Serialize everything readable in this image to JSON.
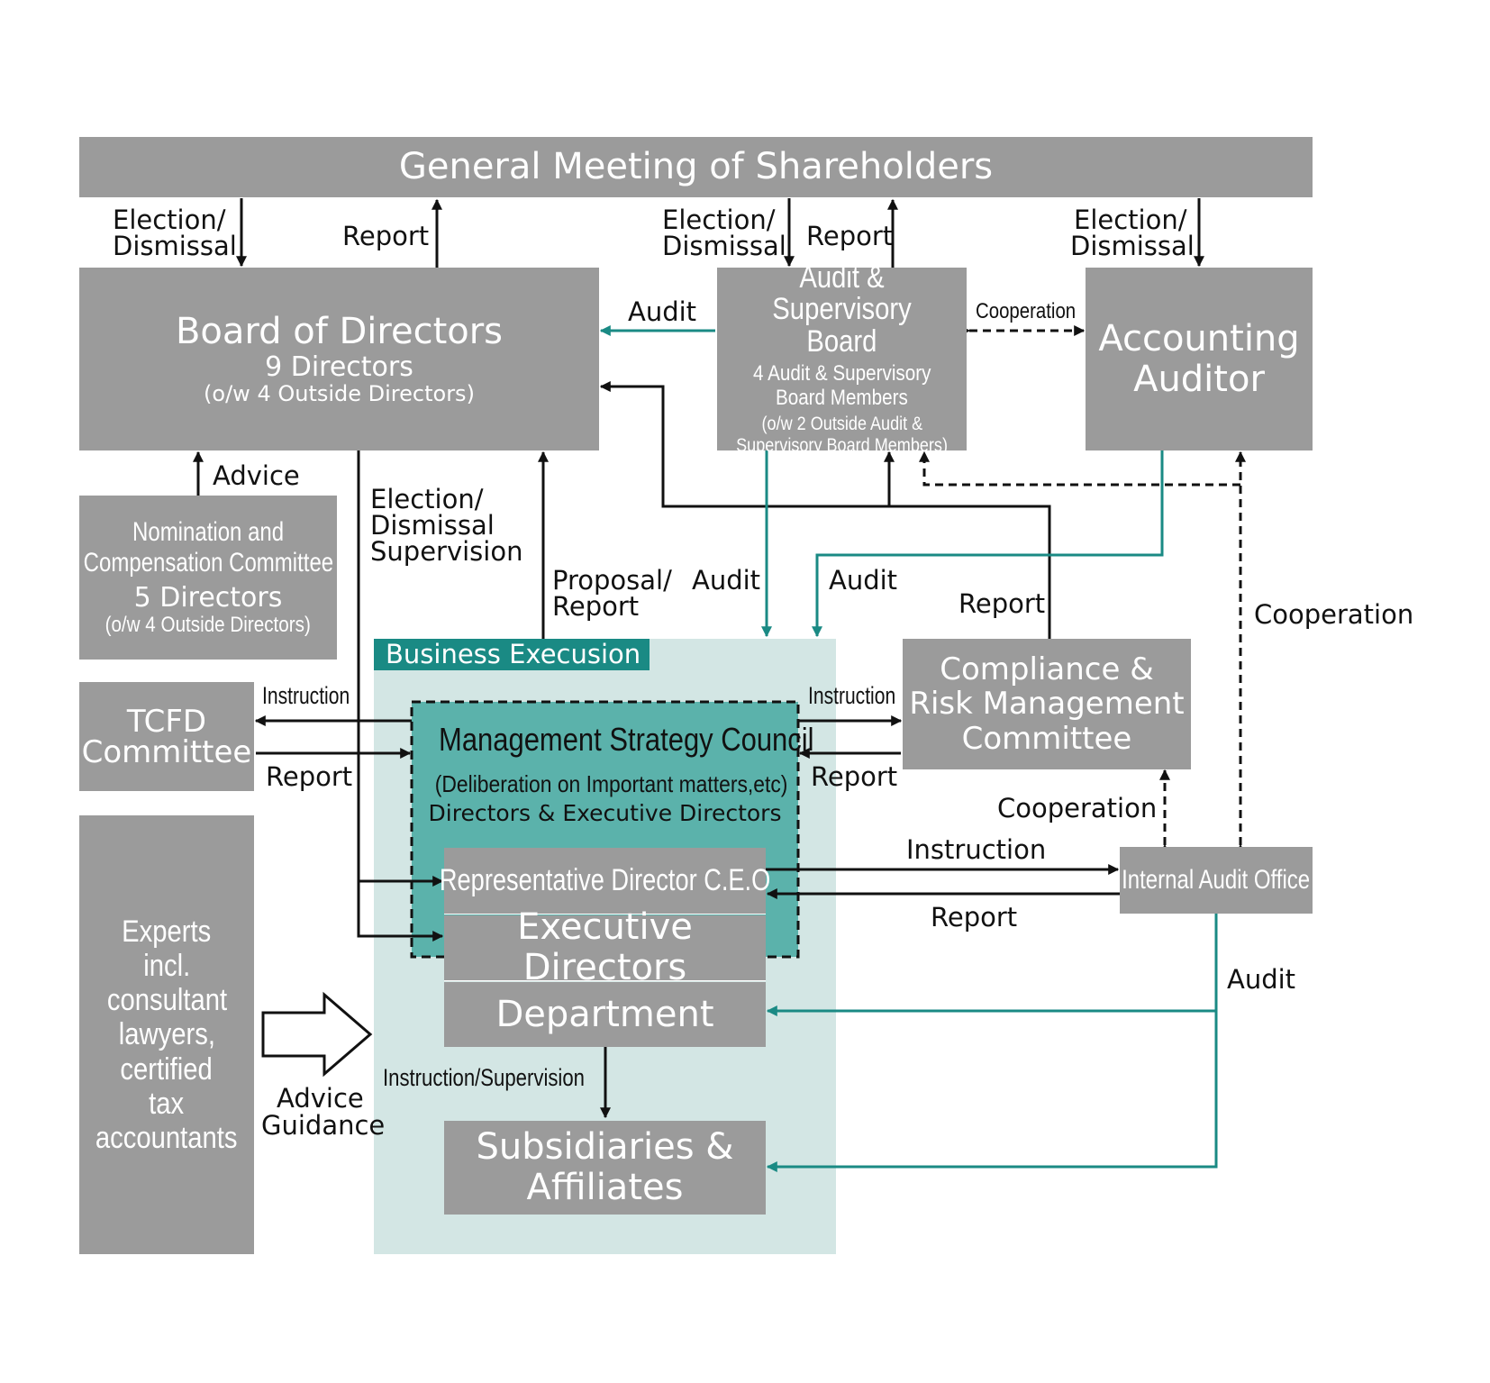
{
  "colors": {
    "box_gray": "#9b9b9b",
    "teal": "#1a8a84",
    "teal_box": "#5bb2ab",
    "light_teal_area": "#d3e6e4",
    "banner": "#1a8a84",
    "black": "#111111"
  },
  "boxes": {
    "gms": "General Meeting of Shareholders",
    "board": {
      "title": "Board of Directors",
      "line2": "9 Directors",
      "line3": "(o/w 4 Outside Directors)"
    },
    "asb": {
      "title1": "Audit & Supervisory",
      "title2": "Board",
      "line2a": "4 Audit & Supervisory",
      "line2b": "Board Members",
      "line3a": "(o/w 2 Outside Audit &",
      "line3b": "Supervisory Board Members)"
    },
    "accounting": {
      "line1": "Accounting",
      "line2": "Auditor"
    },
    "nomination": {
      "line1": "Nomination and",
      "line2": "Compensation Committee",
      "line3": "5 Directors",
      "line4": "(o/w 4 Outside Directors)"
    },
    "tcfd": {
      "line1": "TCFD",
      "line2": "Committee"
    },
    "experts": {
      "line1": "Experts",
      "line2": "incl.",
      "line3": "consultant",
      "line4": "lawyers,",
      "line5": "certified",
      "line6": "tax",
      "line7": "accountants"
    },
    "business_execution": "Business Execusion",
    "msc": {
      "title": "Management Strategy Council",
      "line2": "(Deliberation on Important matters,etc)",
      "line3": "Directors & Executive Directors"
    },
    "ceo": "Representative Director C.E.O",
    "exec_dirs": "Executive Directors",
    "department": "Department",
    "subsidiaries": {
      "line1": "Subsidiaries &",
      "line2": "Affiliates"
    },
    "compliance": {
      "line1": "Compliance &",
      "line2": "Risk Management",
      "line3": "Committee"
    },
    "internal_audit": "Internal Audit Office"
  },
  "labels": {
    "election_dismissal_1a": "Election/",
    "election_dismissal_1b": "Dismissal",
    "report_1": "Report",
    "election_dismissal_2a": "Election/",
    "election_dismissal_2b": "Dismissal",
    "report_2": "Report",
    "election_dismissal_3a": "Election/",
    "election_dismissal_3b": "Dismissal",
    "audit_board": "Audit",
    "cooperation_top": "Cooperation",
    "advice": "Advice",
    "eds_1": "Election/",
    "eds_2": "Dismissal",
    "eds_3": "Supervision",
    "proposal_1": "Proposal/",
    "proposal_2": "Report",
    "audit_asb_down": "Audit",
    "audit_acc_down": "Audit",
    "report_compliance": "Report",
    "cooperation_right": "Cooperation",
    "instruction_tcfd": "Instruction",
    "report_tcfd": "Report",
    "instruction_compliance": "Instruction",
    "report_compliance_msc": "Report",
    "cooperation_mid": "Cooperation",
    "instruction_iao": "Instruction",
    "report_iao": "Report",
    "audit_iao": "Audit",
    "advice_guidance_1": "Advice",
    "advice_guidance_2": "Guidance",
    "instruction_supervision": "Instruction/Supervision"
  }
}
